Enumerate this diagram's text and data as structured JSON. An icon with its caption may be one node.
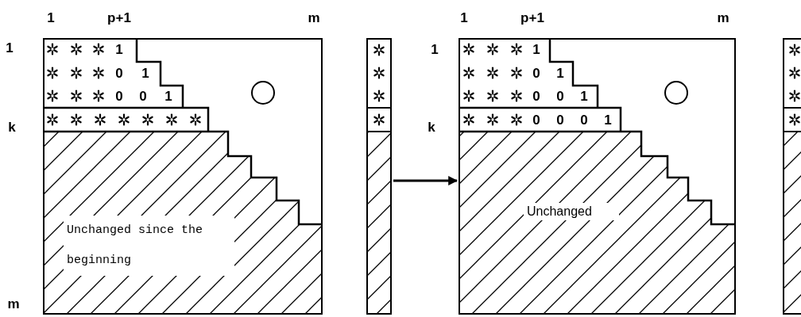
{
  "diagram": {
    "nodes": [
      {
        "text": [
          "Unchanged since the beginning"
        ]
      },
      {
        "text": [],
        "shape": "bar"
      },
      {
        "text": [
          "Unchanged"
        ]
      },
      {
        "text": [],
        "shape": "bar"
      }
    ],
    "edges": [
      {
        "from": 1,
        "to": 2,
        "arrow": "to"
      }
    ],
    "labels": [
      "1",
      "p+1",
      "m",
      "1",
      "k",
      "m",
      "1",
      "0",
      "1",
      "0",
      "0",
      "1",
      "1",
      "p+1",
      "m",
      "1",
      "k",
      "1",
      "0",
      "1",
      "0",
      "0",
      "1",
      "0",
      "0",
      "0",
      "1"
    ]
  }
}
